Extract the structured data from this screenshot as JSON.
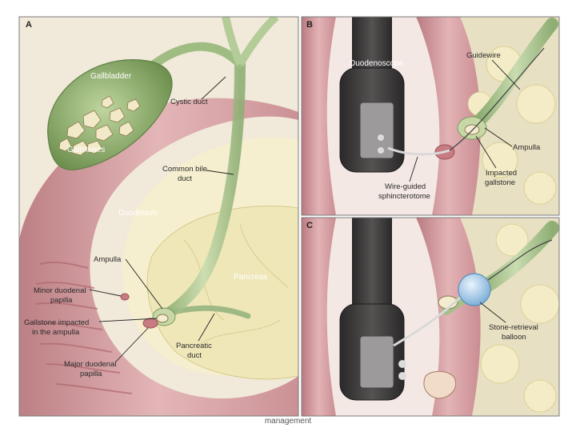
{
  "panel_a": {
    "letter": "A",
    "labels": {
      "gallbladder": "Gallbladder",
      "gallstones": "Gallstones",
      "cystic_duct": "Cystic duct",
      "common_bile_duct_1": "Common bile",
      "common_bile_duct_2": "duct",
      "duodenum": "Duodenum",
      "ampulla": "Ampulla",
      "pancreas": "Pancreas",
      "minor_papilla_1": "Minor duodenal",
      "minor_papilla_2": "papilla",
      "impacted_1": "Gallstone impacted",
      "impacted_2": "in the ampulla",
      "major_papilla_1": "Major duodenal",
      "major_papilla_2": "papilla",
      "pancreatic_duct_1": "Pancreatic",
      "pancreatic_duct_2": "duct"
    }
  },
  "panel_b": {
    "letter": "B",
    "labels": {
      "duodenoscope": "Duodenoscope",
      "guidewire": "Guidewire",
      "ampulla": "Ampulla",
      "impacted_1": "Impacted",
      "impacted_2": "gallstone",
      "sphincterotome_1": "Wire-guided",
      "sphincterotome_2": "sphincterotome"
    }
  },
  "panel_c": {
    "letter": "C",
    "labels": {
      "balloon_1": "Stone-retrieval",
      "balloon_2": "balloon"
    }
  },
  "caption": "management",
  "colors": {
    "duodenum_wall": "#d9a3a6",
    "pancreas": "#efe7b8",
    "duct": "#a9c18f",
    "scope": "#3a3838",
    "balloon": "#a9cbe8"
  }
}
